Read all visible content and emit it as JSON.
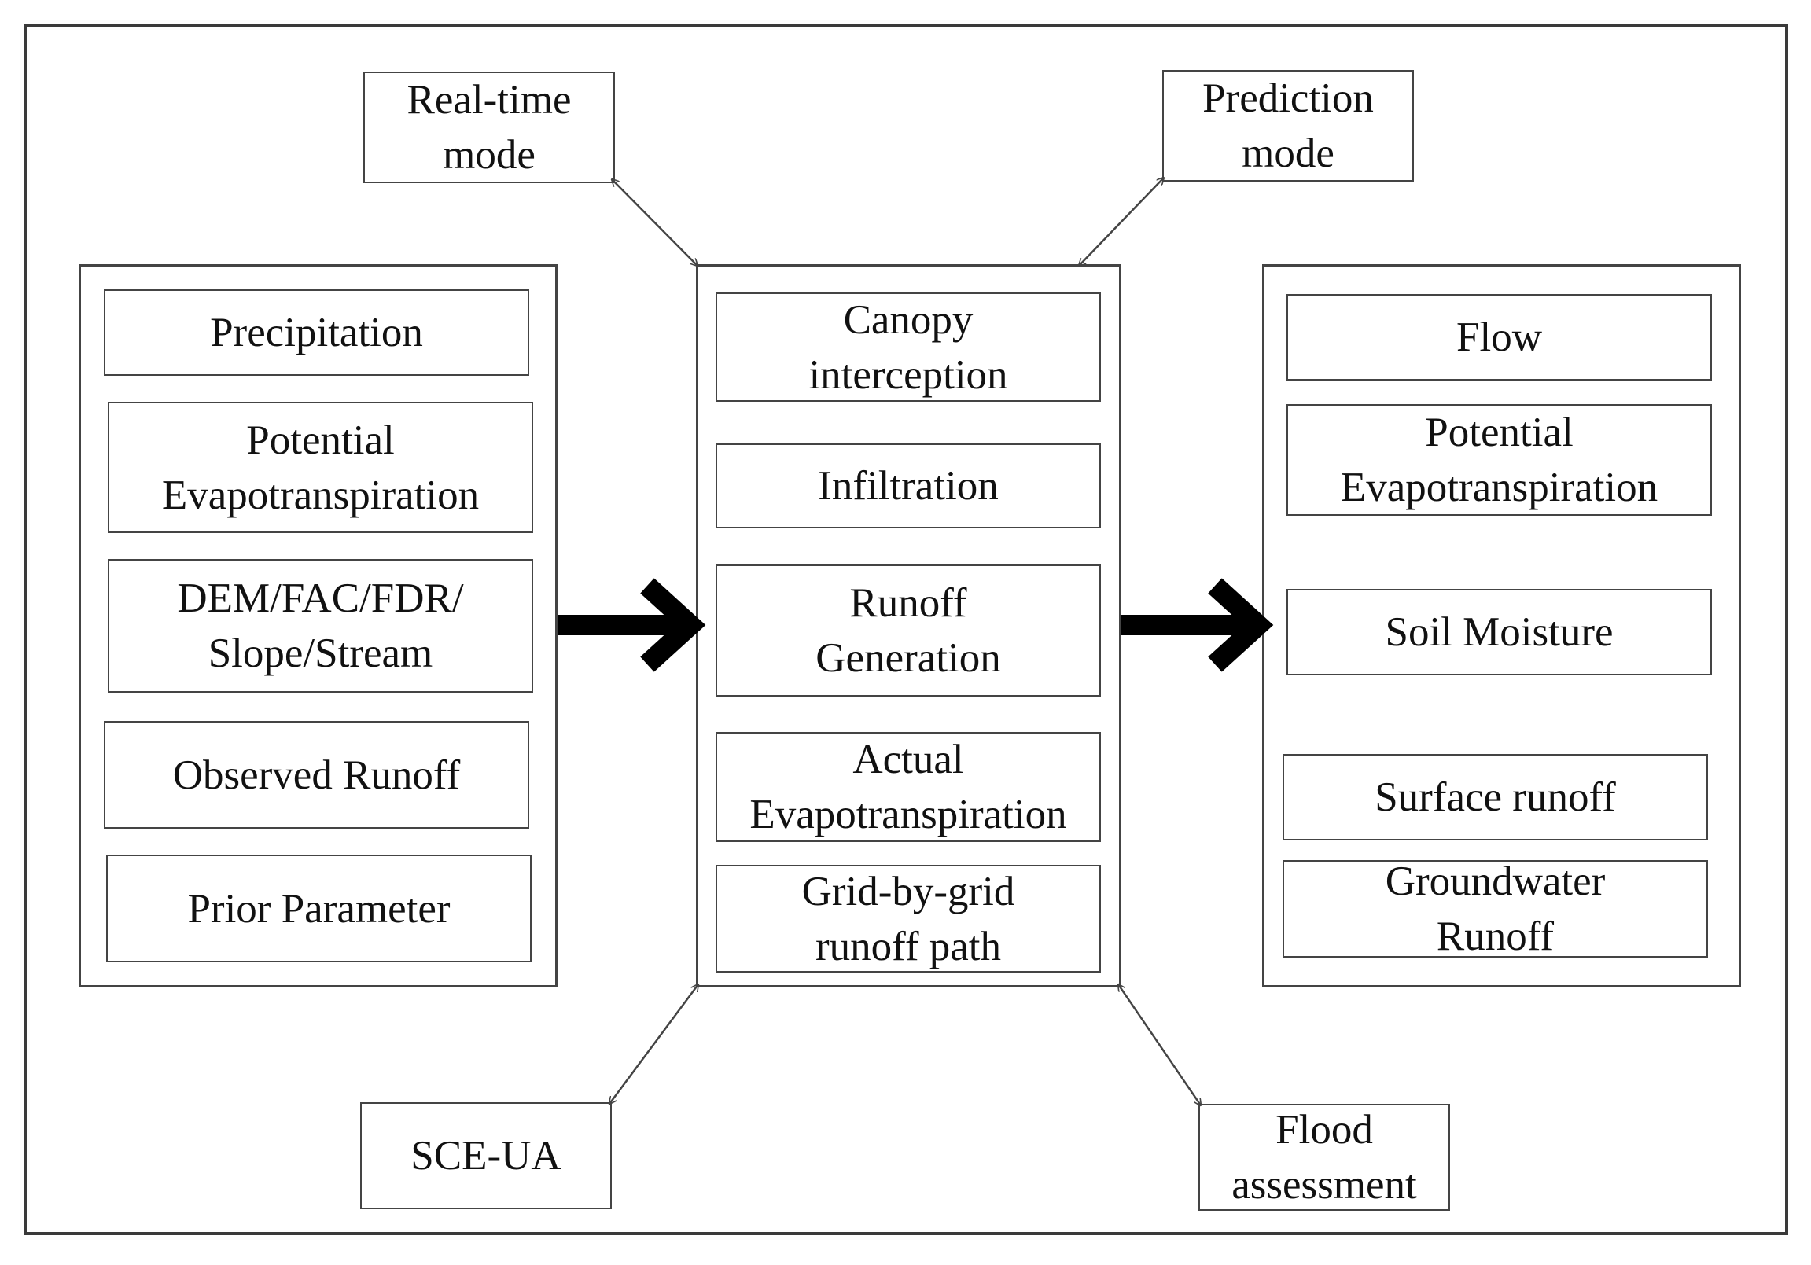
{
  "modes": {
    "real_time": "Real-time\nmode",
    "prediction": "Prediction\nmode",
    "sce_ua": "SCE-UA",
    "flood": "Flood\nassessment"
  },
  "inputs": [
    "Precipitation",
    "Potential\nEvapotranspiration",
    "DEM/FAC/FDR/\nSlope/Stream",
    "Observed Runoff",
    "Prior Parameter"
  ],
  "processes": [
    "Canopy\ninterception",
    "Infiltration",
    "Runoff\nGeneration",
    "Actual\nEvapotranspiration",
    "Grid-by-grid\nrunoff path"
  ],
  "outputs": [
    "Flow",
    "Potential\nEvapotranspiration",
    "Soil Moisture",
    "Surface runoff",
    "Groundwater\nRunoff"
  ]
}
